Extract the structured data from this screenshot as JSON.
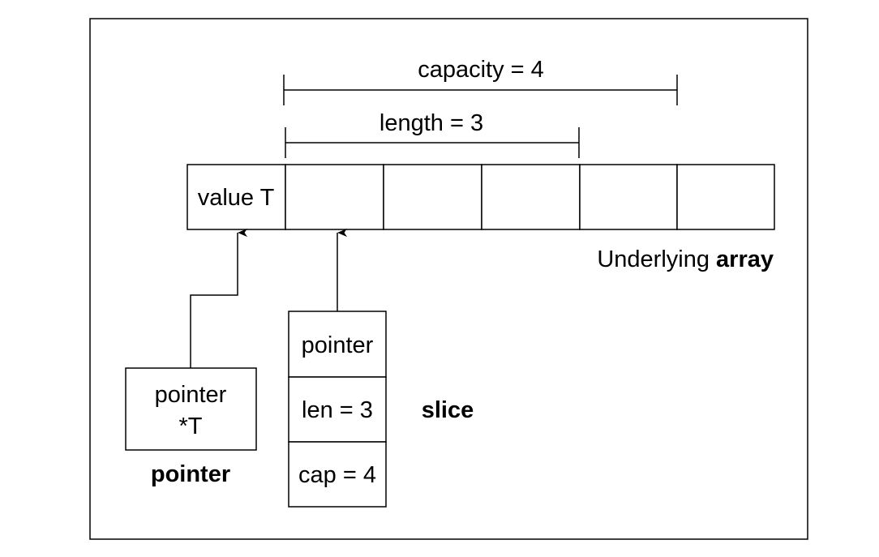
{
  "diagram": {
    "capacity_label": "capacity = 4",
    "length_label": "length = 3",
    "array": {
      "cell_labels": [
        "value T",
        "",
        "",
        "",
        "",
        ""
      ],
      "caption_prefix": "Underlying ",
      "caption_bold": "array"
    },
    "pointer": {
      "box_line1": "pointer",
      "box_line2": "*T",
      "caption": "pointer"
    },
    "slice": {
      "fields": [
        "pointer",
        "len = 3",
        "cap = 4"
      ],
      "caption": "slice"
    }
  }
}
